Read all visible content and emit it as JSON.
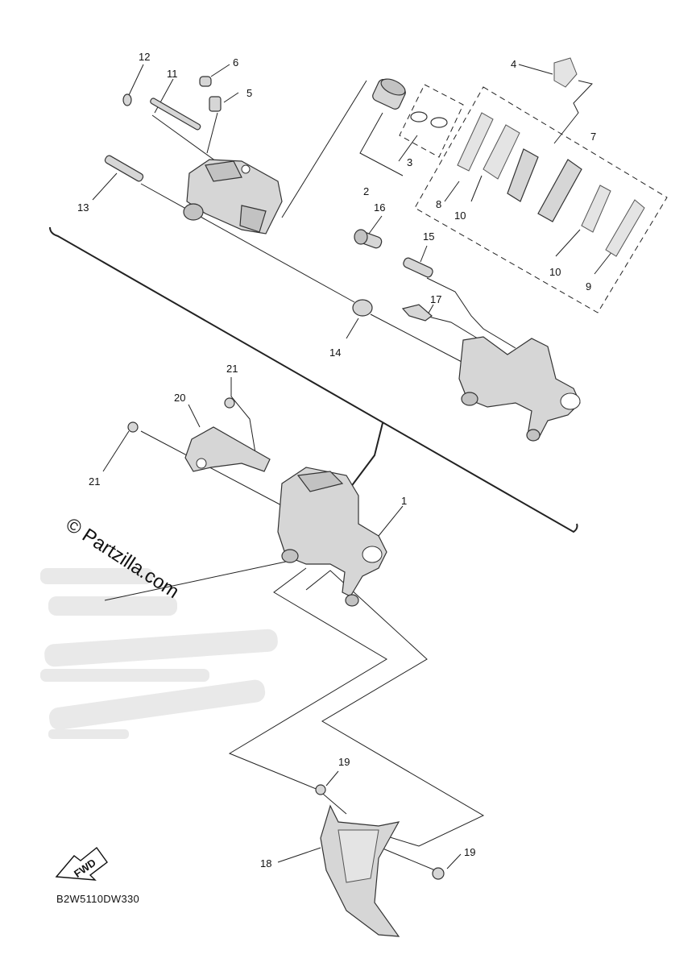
{
  "diagram_code": "B2W5110DW330",
  "watermark": "© Partzilla.com",
  "fwd_label": "FWD",
  "callouts": [
    {
      "id": "c1",
      "label": "1"
    },
    {
      "id": "c2",
      "label": "2"
    },
    {
      "id": "c3",
      "label": "3"
    },
    {
      "id": "c4",
      "label": "4"
    },
    {
      "id": "c5",
      "label": "5"
    },
    {
      "id": "c6",
      "label": "6"
    },
    {
      "id": "c7",
      "label": "7"
    },
    {
      "id": "c8",
      "label": "8"
    },
    {
      "id": "c9",
      "label": "9"
    },
    {
      "id": "c10a",
      "label": "10"
    },
    {
      "id": "c10b",
      "label": "10"
    },
    {
      "id": "c11",
      "label": "11"
    },
    {
      "id": "c12",
      "label": "12"
    },
    {
      "id": "c13",
      "label": "13"
    },
    {
      "id": "c14",
      "label": "14"
    },
    {
      "id": "c15",
      "label": "15"
    },
    {
      "id": "c16",
      "label": "16"
    },
    {
      "id": "c17",
      "label": "17"
    },
    {
      "id": "c18",
      "label": "18"
    },
    {
      "id": "c19a",
      "label": "19"
    },
    {
      "id": "c19b",
      "label": "19"
    },
    {
      "id": "c20",
      "label": "20"
    },
    {
      "id": "c21a",
      "label": "21"
    },
    {
      "id": "c21b",
      "label": "21"
    }
  ]
}
